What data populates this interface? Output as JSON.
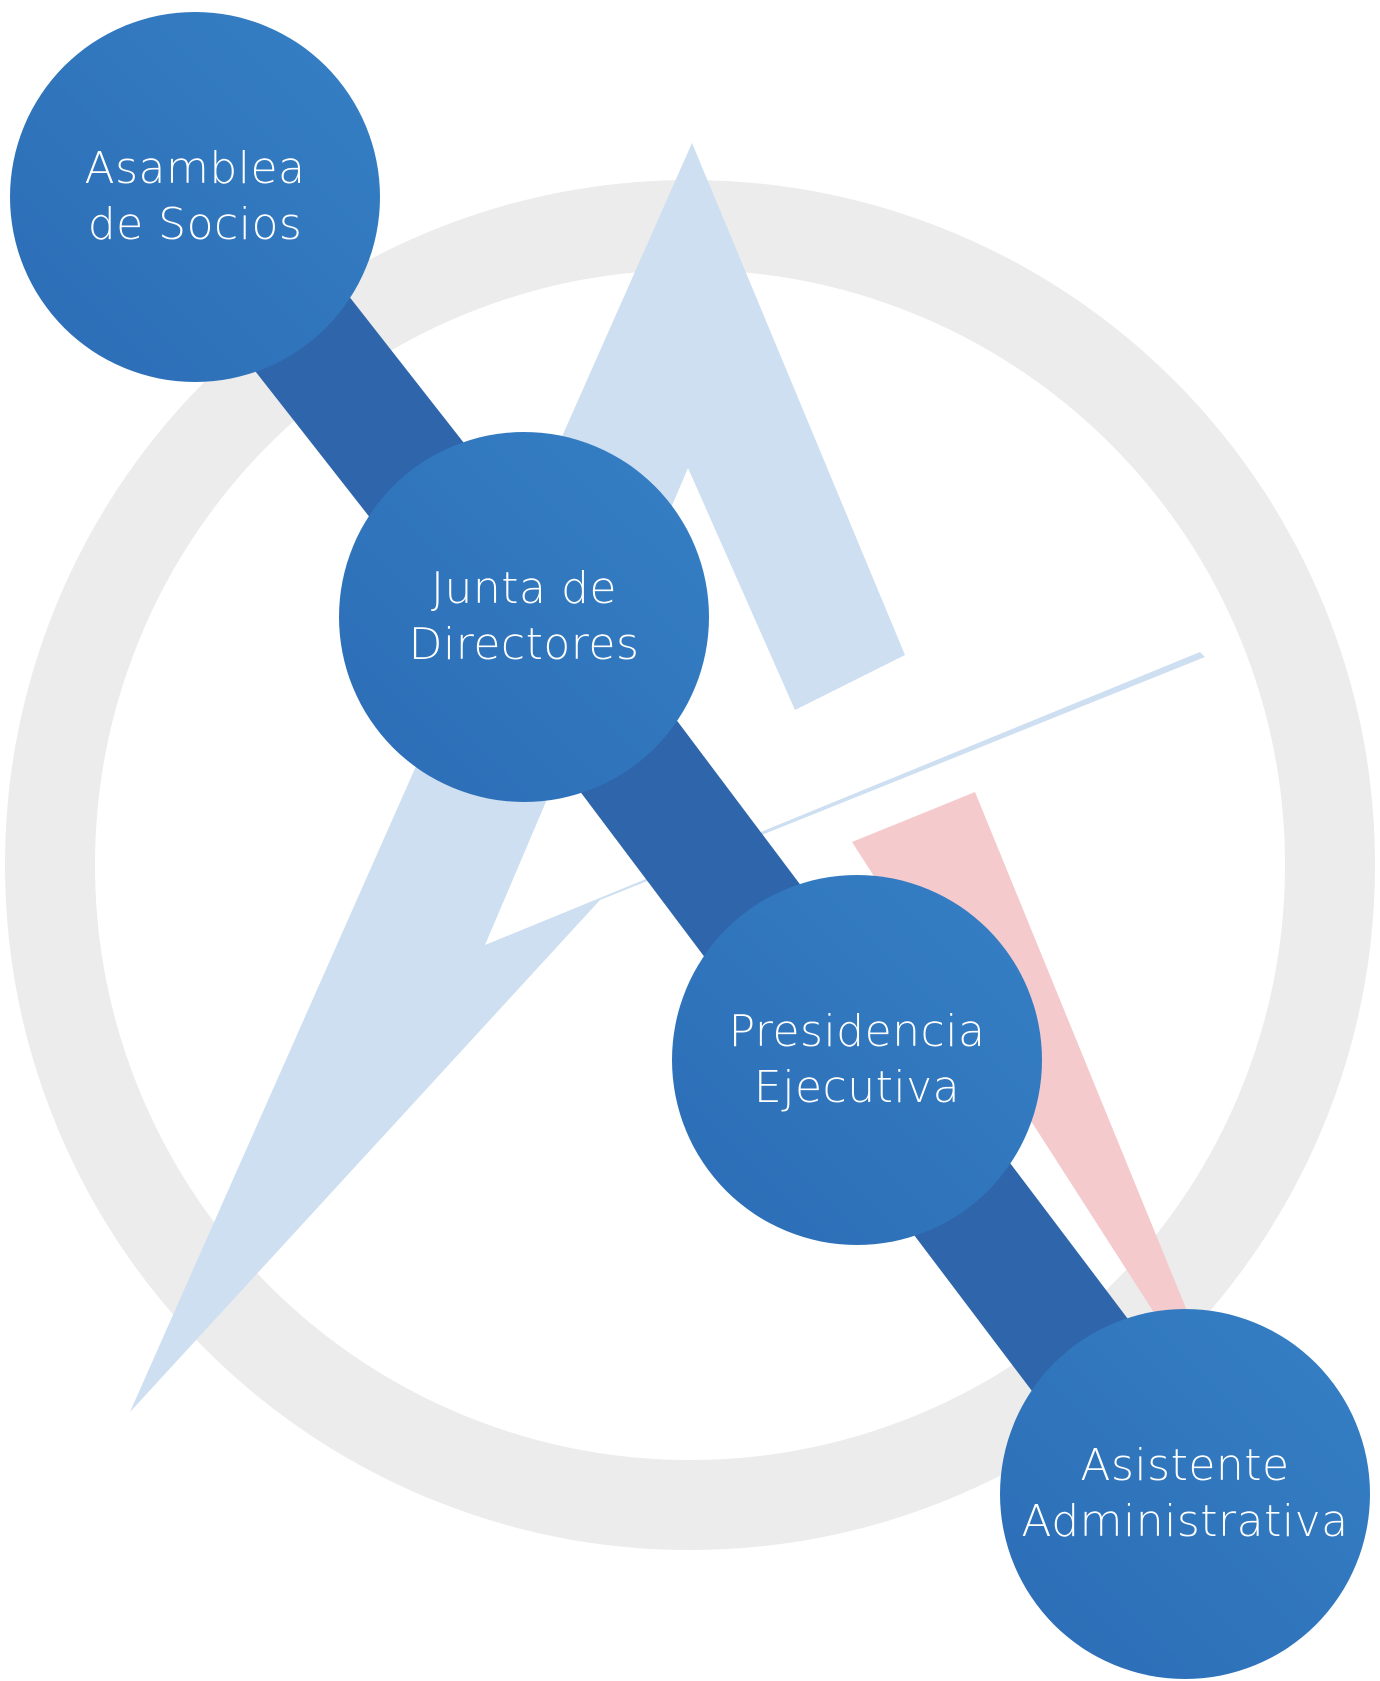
{
  "diagram": {
    "nodes": [
      {
        "id": "asamblea",
        "label": "Asamblea\nde Socios"
      },
      {
        "id": "junta",
        "label": "Junta de\nDirectores"
      },
      {
        "id": "presidencia",
        "label": "Presidencia\nEjecutiva"
      },
      {
        "id": "asistente",
        "label": "Asistente\nAdministrativa"
      }
    ],
    "edges": [
      {
        "from": "asamblea",
        "to": "junta"
      },
      {
        "from": "junta",
        "to": "presidencia"
      },
      {
        "from": "presidencia",
        "to": "asistente"
      }
    ]
  },
  "colors": {
    "node_fill": "#2b6cb6",
    "node_fill_light": "#3680c4",
    "connector": "#2f66ab",
    "watermark_ring": "#ececec",
    "watermark_blue": "#cddff0",
    "watermark_red": "#f4cacd"
  }
}
